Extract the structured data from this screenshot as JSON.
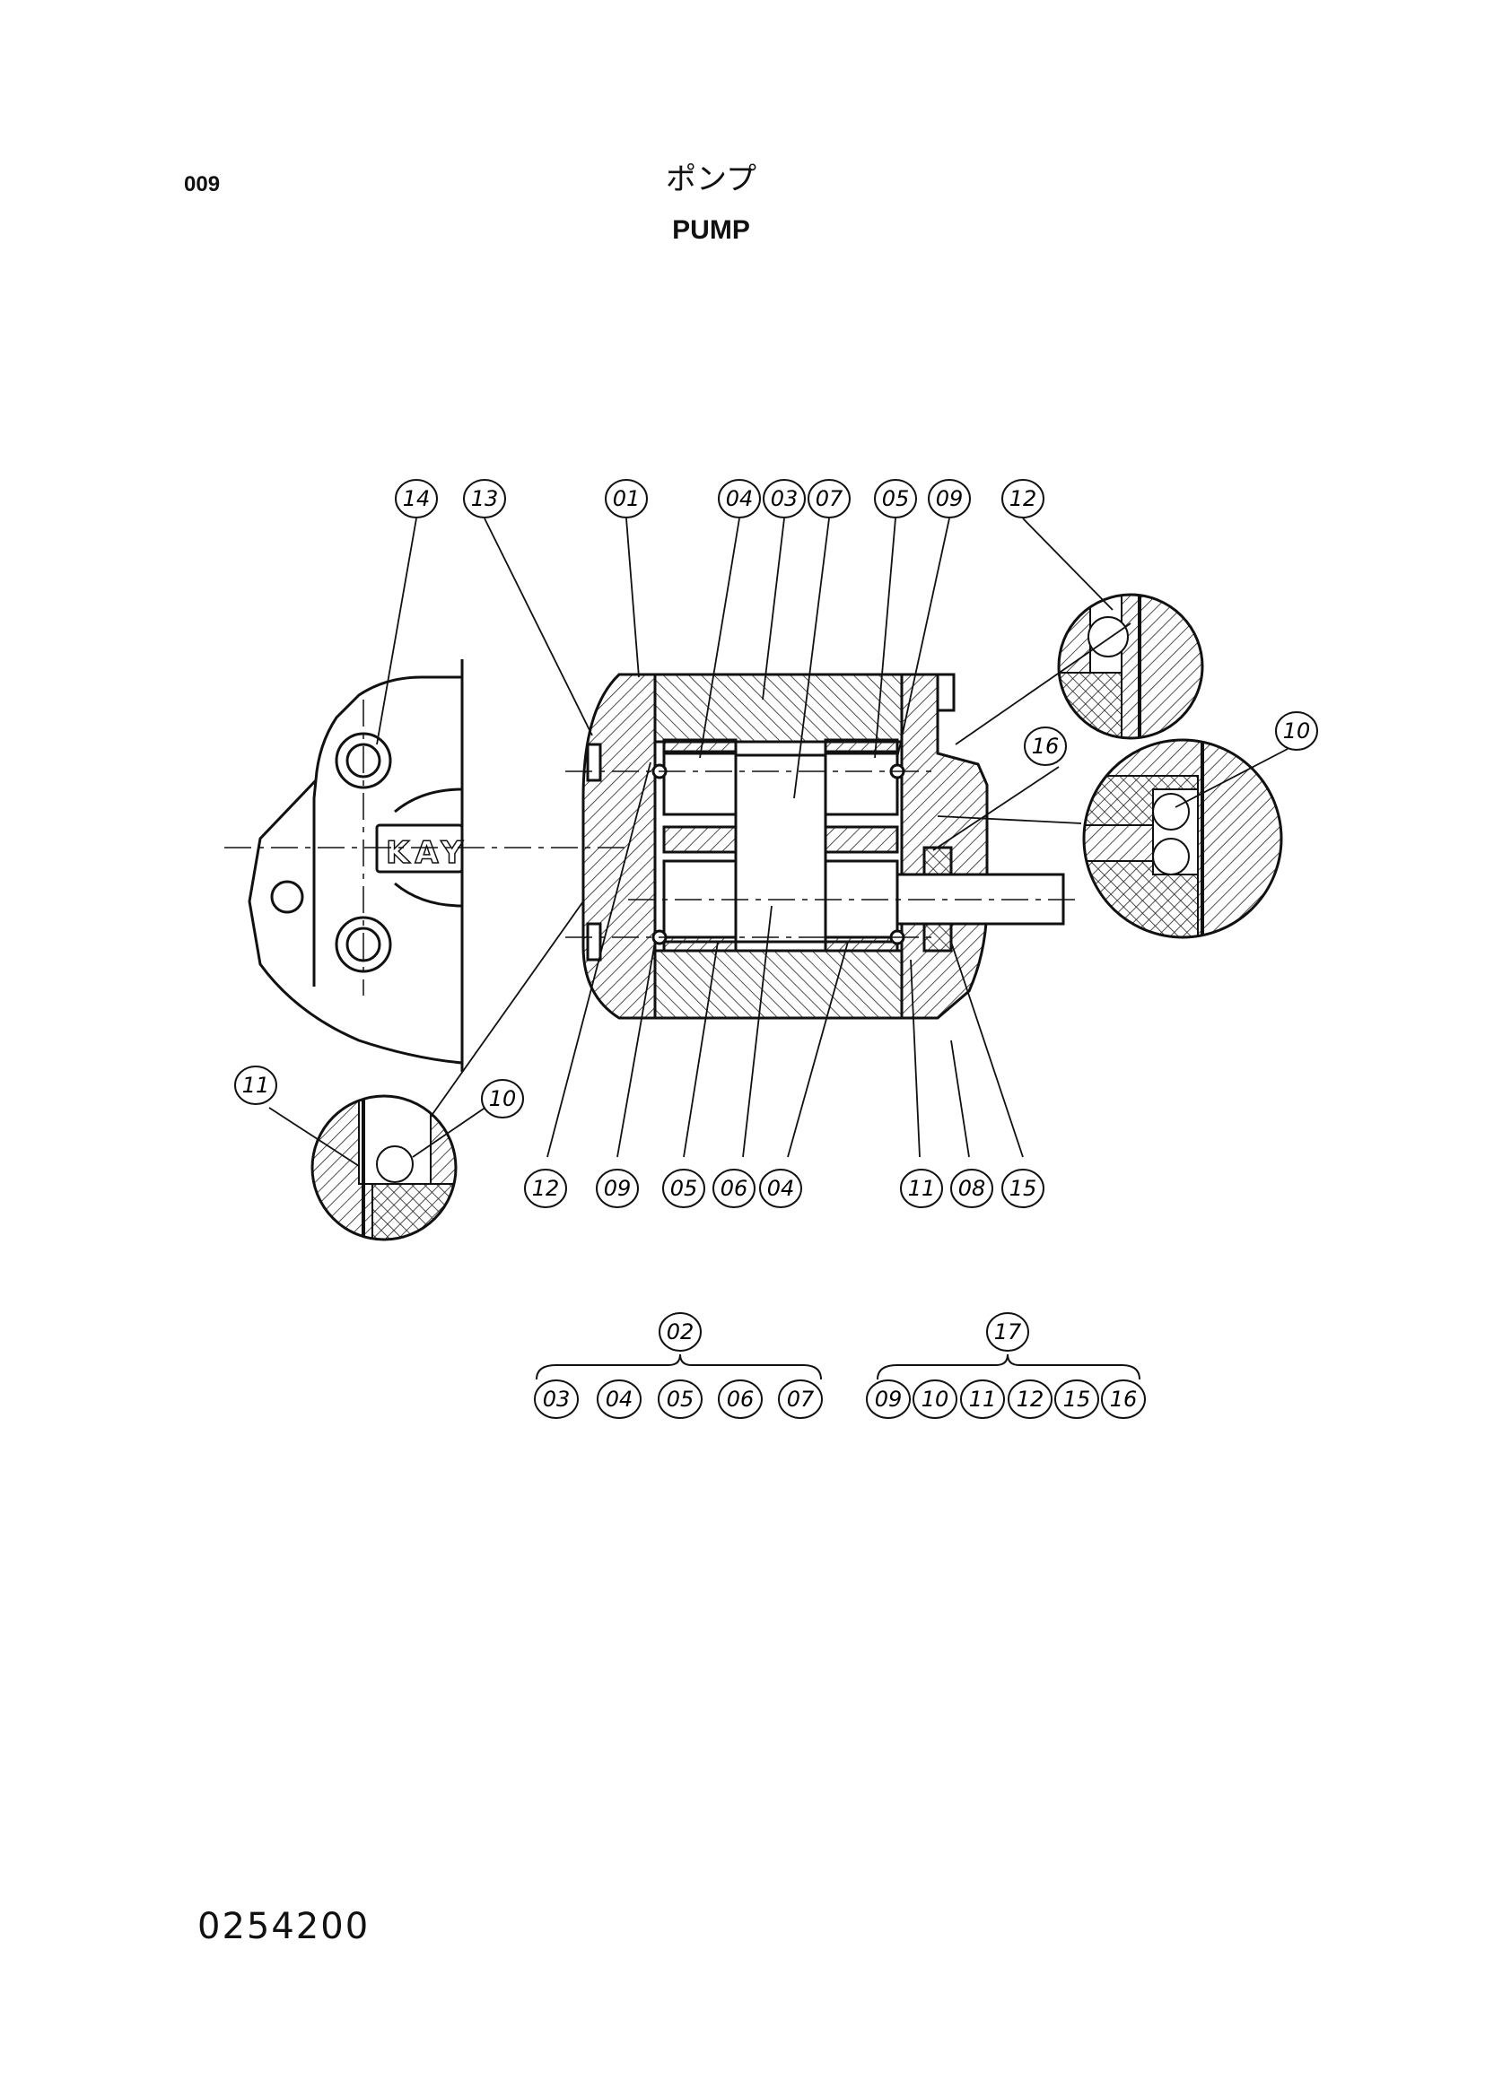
{
  "header": {
    "page_number": "009",
    "title_jp": "ポンプ",
    "title_en": "PUMP"
  },
  "drawing": {
    "brand_mark": "KAY",
    "callouts_top": [
      "14",
      "13",
      "01",
      "04",
      "03",
      "07",
      "05",
      "09",
      "12",
      "16",
      "10"
    ],
    "callouts_bottom": [
      "11",
      "10",
      "12",
      "09",
      "05",
      "06",
      "04",
      "11",
      "08",
      "15"
    ],
    "assemblies": [
      {
        "label": "02",
        "parts": [
          "03",
          "04",
          "05",
          "06",
          "07"
        ]
      },
      {
        "label": "17",
        "parts": [
          "09",
          "10",
          "11",
          "12",
          "15",
          "16"
        ]
      }
    ]
  },
  "footer": {
    "doc_number": "0254200"
  }
}
